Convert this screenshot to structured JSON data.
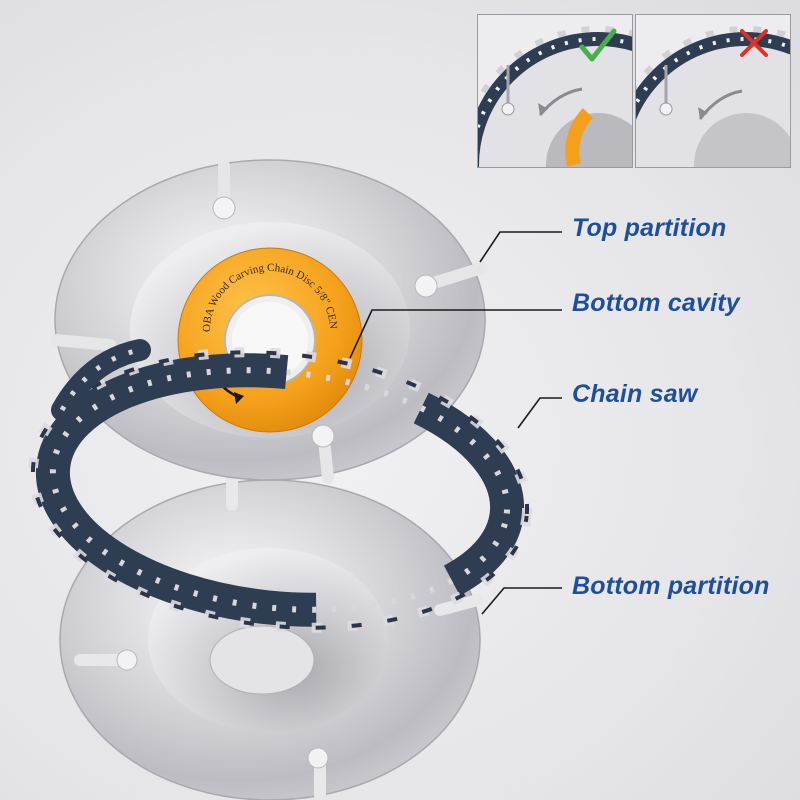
{
  "callouts": {
    "top_partition": "Top partition",
    "bottom_cavity": "Bottom cavity",
    "chain_saw": "Chain saw",
    "bottom_partition": "Bottom partition"
  },
  "disc_label": {
    "arc_text": "OBA Wood Carving Chain Disc  5/8\" CENTER MAX 14,000 RMP"
  },
  "insets": {
    "correct_mark": "check-icon",
    "wrong_mark": "cross-icon"
  },
  "colors": {
    "label_blue": "#1e4f9c",
    "chain_blue": "#2f3d52",
    "center_orange": "#f5a01a",
    "check_green": "#47b04b",
    "cross_red": "#e0302a"
  }
}
